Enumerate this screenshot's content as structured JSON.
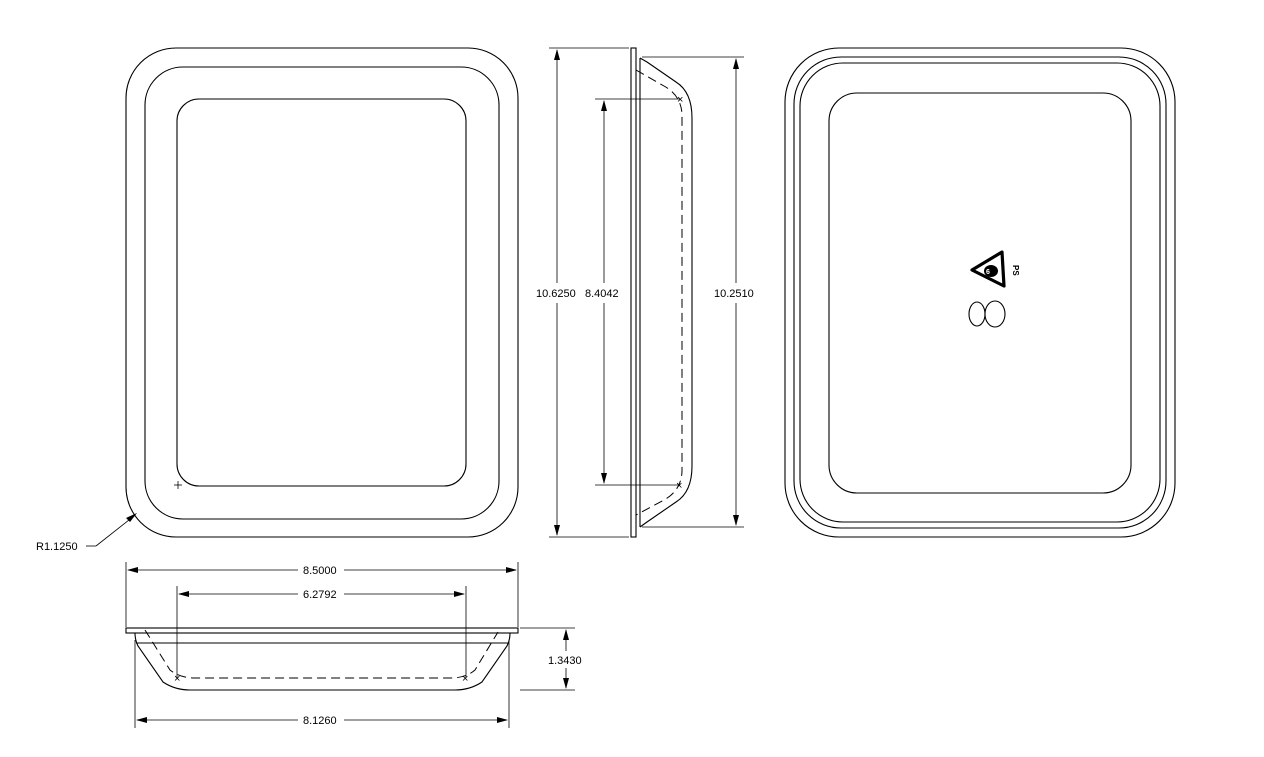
{
  "drawing": {
    "type": "technical drawing - tray, orthographic views",
    "views": [
      "top-view",
      "side-view",
      "bottom-view",
      "front-section-view"
    ]
  },
  "dimensions": {
    "radius": "R1.1250",
    "overall_height": "10.6250",
    "inner_height": "8.4042",
    "base_height": "10.2510",
    "overall_width": "8.5000",
    "inner_width": "6.2792",
    "base_width": "8.1260",
    "depth": "1.3430"
  },
  "marks": {
    "recycle_symbol": "recycle-triangle-icon",
    "recycle_code": "PS",
    "mold_number": "8"
  }
}
